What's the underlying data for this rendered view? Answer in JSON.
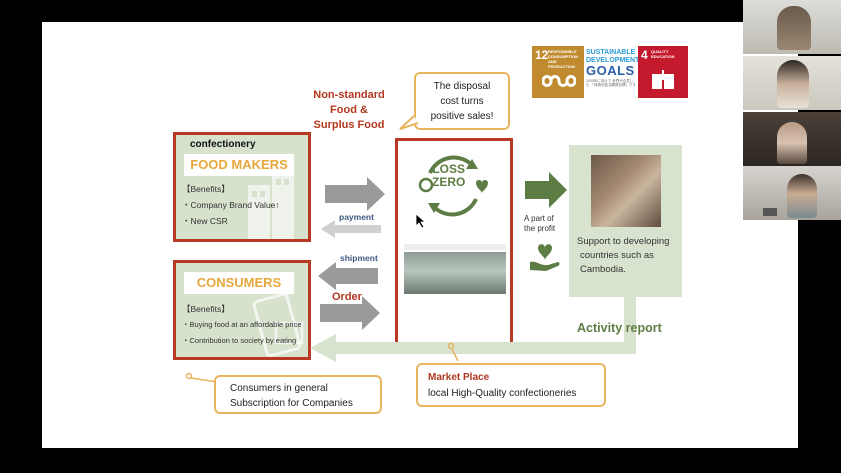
{
  "sdg": {
    "goal12_num": "12",
    "goal12_label": "RESPONSIBLE CONSUMPTION AND PRODUCTION",
    "main_line1": "SUSTAINABLE DEVELOPMENT",
    "main_line2": "GOALS",
    "goal4_num": "4",
    "goal4_label": "QUALITY EDUCATION"
  },
  "top": {
    "nonstandard_line1": "Non-standard",
    "nonstandard_line2": "Food &",
    "nonstandard_line3": "Surplus Food",
    "disposal_line1": "The disposal",
    "disposal_line2": "cost turns",
    "disposal_line3": "positive sales!"
  },
  "food_makers": {
    "subtitle": "confectionery",
    "title": "FOOD MAKERS",
    "benefits_header": "【Benefits】",
    "benefit1": "・Company Brand Value↑",
    "benefit2": "・New CSR"
  },
  "consumers": {
    "title": "CONSUMERS",
    "benefits_header": "【Benefits】",
    "benefit1": "・Buying food at an affordable price",
    "benefit2": "・Contribution to society by eating"
  },
  "flows": {
    "payment": "payment",
    "shipment": "shipment",
    "order": "Order",
    "profit_line1": "A part of",
    "profit_line2": "the profit",
    "activity_report": "Activity report"
  },
  "center": {
    "logo_line1": "LOSS",
    "logo_line2": "ZERO"
  },
  "support": {
    "line1": "Support to developing",
    "line2": "countries such as",
    "line3": "Cambodia."
  },
  "bottom": {
    "consumers_line1": "Consumers in general",
    "consumers_line2": "Subscription for Companies",
    "market_title": "Market Place",
    "market_sub": "local High-Quality confectioneries"
  },
  "colors": {
    "accent_red": "#b83a24",
    "orange": "#e6a83d",
    "green": "#5e7d45",
    "gray_arrow": "#9a9a9a"
  }
}
